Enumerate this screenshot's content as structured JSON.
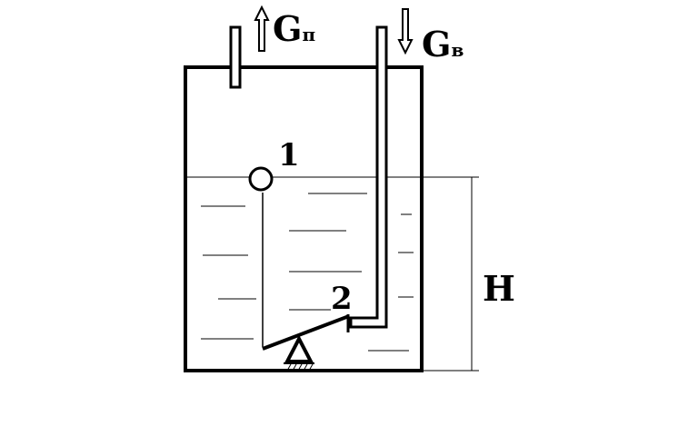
{
  "labels": {
    "outlet_main": "G",
    "outlet_sub": "п",
    "inlet_main": "G",
    "inlet_sub": "в",
    "float_number": "1",
    "valve_number": "2",
    "level_height": "H"
  },
  "colors": {
    "stroke": "#000000",
    "background": "#ffffff"
  }
}
